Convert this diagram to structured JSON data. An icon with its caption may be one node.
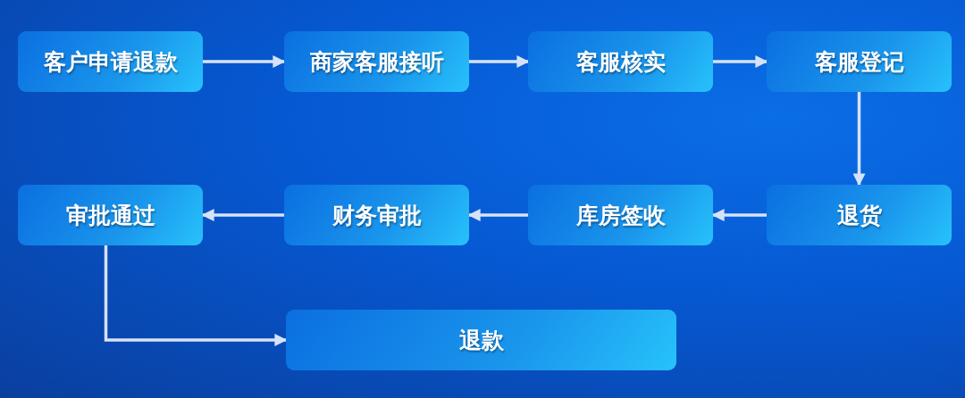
{
  "diagram": {
    "nodes": [
      {
        "text": [
          "客户申请退款"
        ]
      },
      {
        "text": [
          "商家客服接听"
        ]
      },
      {
        "text": [
          "客服核实"
        ]
      },
      {
        "text": [
          "客服登记"
        ]
      },
      {
        "text": [
          "退货"
        ]
      },
      {
        "text": [
          "库房签收"
        ]
      },
      {
        "text": [
          "财务审批"
        ]
      },
      {
        "text": [
          "审批通过"
        ]
      },
      {
        "text": [
          "退款"
        ]
      }
    ],
    "edges": [
      {
        "from": 0,
        "to": 1,
        "arrow": "to"
      },
      {
        "from": 1,
        "to": 2,
        "arrow": "to"
      },
      {
        "from": 2,
        "to": 3,
        "arrow": "to"
      },
      {
        "from": 3,
        "to": 4,
        "arrow": "to"
      },
      {
        "from": 4,
        "to": 5,
        "arrow": "to"
      },
      {
        "from": 5,
        "to": 6,
        "arrow": "to"
      },
      {
        "from": 6,
        "to": 7,
        "arrow": "to"
      },
      {
        "from": 7,
        "to": 8,
        "arrow": "to"
      }
    ]
  }
}
